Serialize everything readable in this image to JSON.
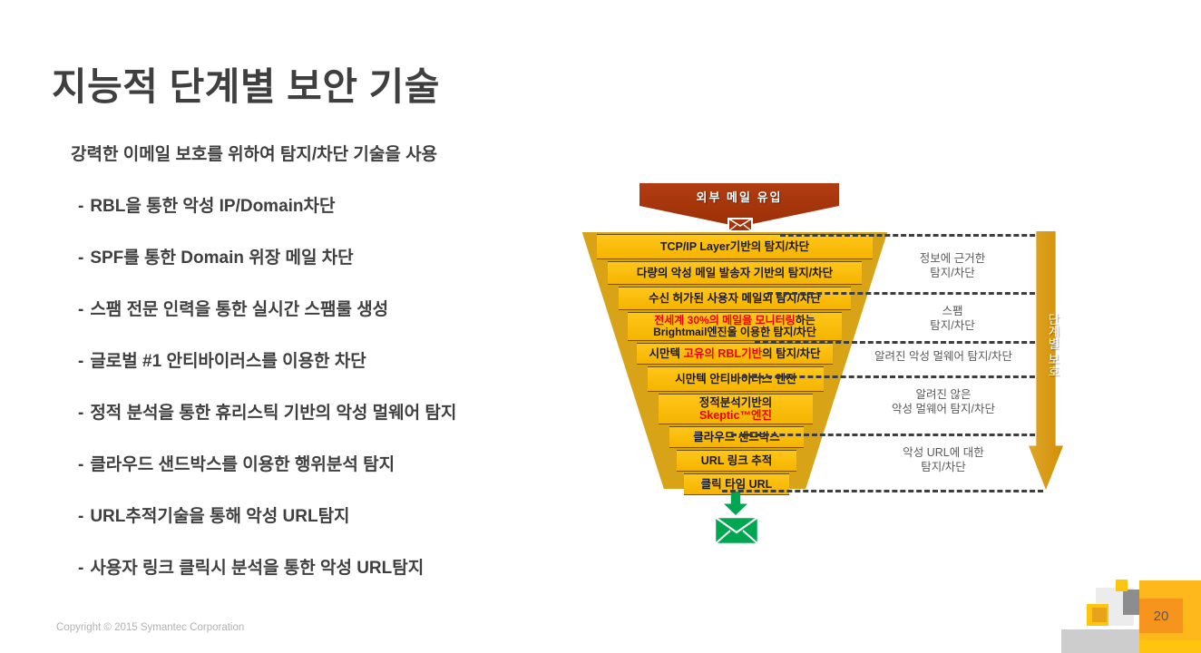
{
  "slide": {
    "title": "지능적 단계별 보안 기술",
    "lead": "강력한 이메일 보호를 위하여 탐지/차단 기술을 사용",
    "bullets": [
      "RBL을 통한 악성 IP/Domain차단",
      "SPF를 통한 Domain 위장 메일 차단",
      "스팸 전문 인력을 통한 실시간 스팸룰 생성",
      "글로벌 #1 안티바이러스를 이용한 차단",
      "정적 분석을 통한 휴리스틱 기반의 악성 멀웨어 탐지",
      "클라우드 샌드박스를 이용한 행위분석 탐지",
      "URL추적기술을 통해 악성 URL탐지",
      "사용자 링크 클릭시 분석을 통한 악성 URL탐지"
    ],
    "dash": "-"
  },
  "diagram": {
    "inflow_label": "외부 메일 유입",
    "inflow_icon": "envelope-icon",
    "output_icon": "envelope-icon",
    "output_arrow_icon": "arrow-down-icon",
    "funnel_rows": [
      {
        "text": "TCP/IP Layer기반의 탐지/차단"
      },
      {
        "text": "다량의 악성 메일 발송자 기반의 탐지/차단"
      },
      {
        "text": "수신 허가된 사용자 메일외 탐지/차단"
      },
      {
        "line1_red": "전세계 30%의 메일을 모니터링",
        "line1_black": "하는",
        "line2_black": "Brightmail엔진울 이용한 탐지/차단"
      },
      {
        "pre": "시만텍 ",
        "red": "고유의 RBL기반",
        "post": "의 탐지/차단"
      },
      {
        "text": "시만텍 안티바이러스 엔진"
      },
      {
        "line1_black": "정적분석기반의",
        "line2_red": "Skeptic™엔진"
      },
      {
        "text": "클라우드 샌드박스"
      },
      {
        "text": "URL 링크 추적"
      },
      {
        "text": "클릭 타임 URL"
      }
    ],
    "annotations": [
      {
        "line1": "정보에 근거한",
        "line2": "탐지/차단"
      },
      {
        "line1": "스팸",
        "line2": "탐지/차단"
      },
      {
        "line1": "알려진 악성 멀웨어 탐지/차단",
        "line2": ""
      },
      {
        "line1": "알려진 않은",
        "line2": "악성 멀웨어 탐지/차단"
      },
      {
        "line1": "악성 URL에 대한",
        "line2": "탐지/차단"
      }
    ],
    "side_arrow_label": "단계별 보호",
    "colors": {
      "inflow": "#a63309",
      "funnel_band": "#ffc000",
      "funnel_body": "#d9a318",
      "accent_red": "#ee0000",
      "side_arrow": "#d99b17",
      "output_green": "#00a651",
      "dash_line": "#3d3d3d"
    }
  },
  "footer": {
    "copyright": "Copyright © 2015 Symantec Corporation",
    "page_number": "20"
  }
}
